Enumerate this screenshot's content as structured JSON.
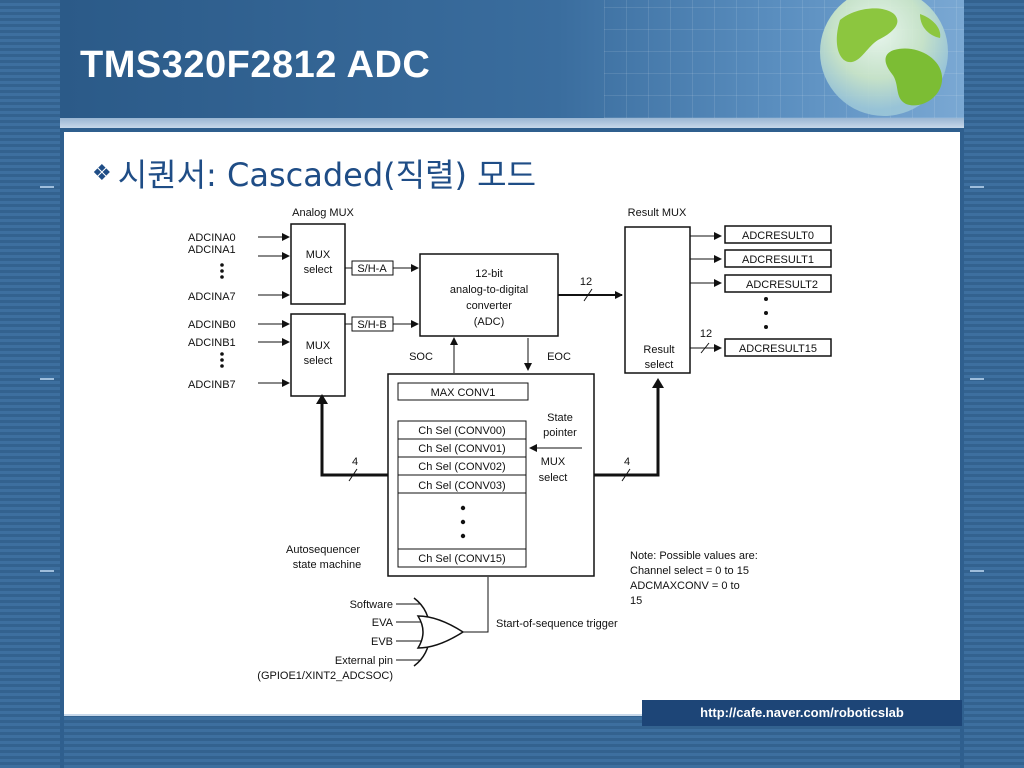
{
  "slide": {
    "title": "TMS320F2812 ADC",
    "bullet": "시퀀서: Cascaded(직렬) 모드",
    "footer_url": "http://cafe.naver.com/roboticslab"
  },
  "colors": {
    "title_text": "#ffffff",
    "bullet_text": "#1f4d86",
    "footer_bg": "#1d4577"
  },
  "diagram": {
    "analog_mux_label": "Analog MUX",
    "result_mux_label": "Result MUX",
    "inputs_a": [
      "ADCINA0",
      "ADCINA1",
      "ADCINA7"
    ],
    "inputs_b": [
      "ADCINB0",
      "ADCINB1",
      "ADCINB7"
    ],
    "mux_a": [
      "MUX",
      "select"
    ],
    "mux_b": [
      "MUX",
      "select"
    ],
    "sh_a": "S/H-A",
    "sh_b": "S/H-B",
    "adc_lines": [
      "12-bit",
      "analog-to-digital",
      "converter",
      "(ADC)"
    ],
    "bus_12_top": "12",
    "bus_12_right": "12",
    "soc": "SOC",
    "eoc": "EOC",
    "result_select": [
      "Result",
      "select"
    ],
    "results": [
      "ADCRESULT0",
      "ADCRESULT1",
      "ADCRESULT2",
      "ADCRESULT15"
    ],
    "max_conv": "MAX CONV1",
    "ch_sels": [
      "Ch Sel (CONV00)",
      "Ch Sel (CONV01)",
      "Ch Sel (CONV02)",
      "Ch Sel (CONV03)"
    ],
    "ch_sel_last": "Ch Sel (CONV15)",
    "state_pointer": [
      "State",
      "pointer"
    ],
    "mux_select_inner": [
      "MUX",
      "select"
    ],
    "bus_4_left": "4",
    "bus_4_right": "4",
    "autoseq": [
      "Autosequencer",
      "state machine"
    ],
    "note": [
      "Note: Possible values are:",
      "Channel select = 0 to 15",
      "ADCMAXCONV = 0 to",
      "15"
    ],
    "triggers": [
      "Software",
      "EVA",
      "EVB",
      "External pin",
      "(GPIOE1/XINT2_ADCSOC)"
    ],
    "sos_trigger": "Start-of-sequence trigger"
  }
}
